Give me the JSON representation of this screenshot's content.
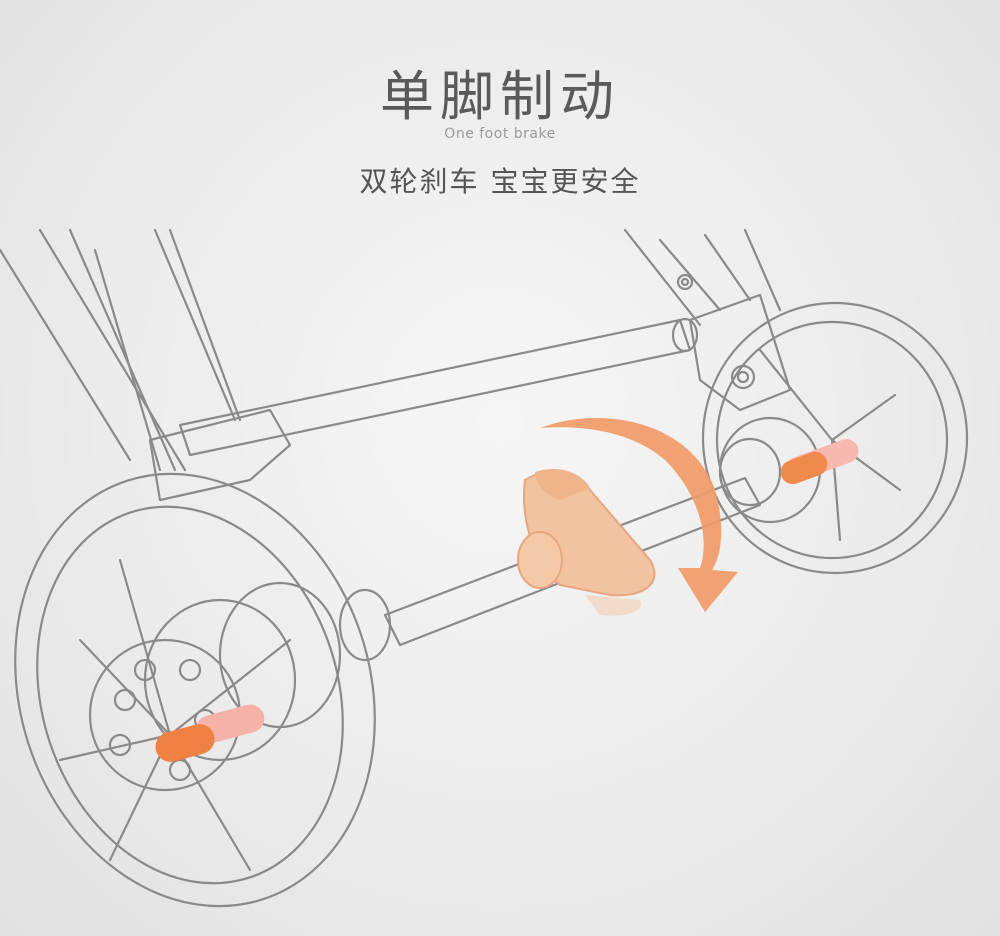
{
  "header": {
    "title": "单脚制动",
    "subtitle_en": "One foot brake",
    "subtitle_cn": "双轮刹车 宝宝更安全"
  },
  "colors": {
    "line": "#8a8a8a",
    "accent_orange": "#f08a4b",
    "accent_light": "#f4a383",
    "pedal": "#f0b48a",
    "pink_pin": "#f5a9a2"
  },
  "icons": [
    "stroller-frame-illustration",
    "brake-pedal-icon",
    "rotate-arrow-icon"
  ]
}
